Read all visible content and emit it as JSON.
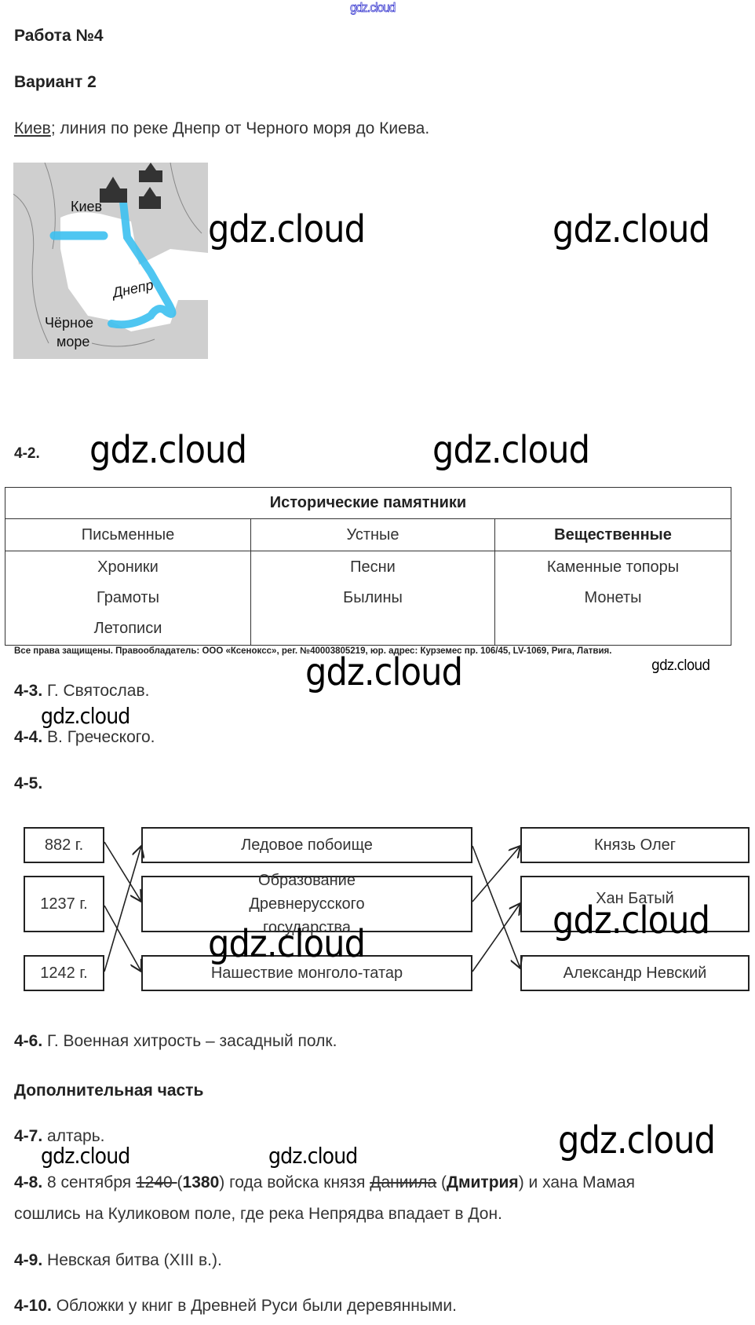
{
  "watermark": "gdz.cloud",
  "title": "Работа №4",
  "variant": "Вариант 2",
  "task1": {
    "underlined": "Киев",
    "rest": "; линия по реке Днепр от Черного моря до Киева."
  },
  "map": {
    "labels": {
      "kiev": "Киев",
      "dnepr": "Днепр",
      "sea_line1": "Чёрное",
      "sea_line2": "море"
    },
    "river_color": "#3cc0f0"
  },
  "task2": {
    "label": "4-2.",
    "table": {
      "title": "Исторические памятники",
      "columns": [
        "Письменные",
        "Устные",
        "Вещественные"
      ],
      "items": [
        [
          "Хроники",
          "Грамоты",
          "Летописи"
        ],
        [
          "Песни",
          "Былины"
        ],
        [
          "Каменные топоры",
          "Монеты"
        ]
      ]
    }
  },
  "copyright": "Все права защищены. Правообладатель: ООО «Ксенокcс», рег. №40003805219, юр. адрес: Курземес пр. 106/45, LV-1069, Рига, Латвия.",
  "task3": {
    "label": "4-3.",
    "text": " Г. Святослав."
  },
  "task4": {
    "label": "4-4.",
    "text": " В. Греческого."
  },
  "task5": {
    "label": "4-5.",
    "dates": [
      "882 г.",
      "1237 г.",
      "1242 г."
    ],
    "events": [
      "Ледовое побоище",
      "Образование Древнерусского государства",
      "Нашествие монголо-татар"
    ],
    "persons": [
      "Князь Олег",
      "Хан Батый",
      "Александр Невский"
    ]
  },
  "task6": {
    "label": "4-6.",
    "text": " Г. Военная хитрость – засадный полк."
  },
  "extra_heading": "Дополнительная часть",
  "task7": {
    "label": "4-7.",
    "text": " алтарь."
  },
  "task8": {
    "label": "4-8.",
    "p1": " 8 сентября ",
    "struck1": "1240 ",
    "p2": "(",
    "bold1": "1380",
    "p3": ") года войска князя ",
    "struck2": "Даниила",
    "p4": " (",
    "bold2": "Дмитрия",
    "p5": ") и хана Мамая",
    "line2": "сошлись на Куликовом поле, где река Непрядва впадает в Дон."
  },
  "task9": {
    "label": "4-9.",
    "text": " Невская битва (XIII в.)."
  },
  "task10": {
    "label": "4-10.",
    "text": " Обложки у книг в Древней Руси были деревянными."
  }
}
